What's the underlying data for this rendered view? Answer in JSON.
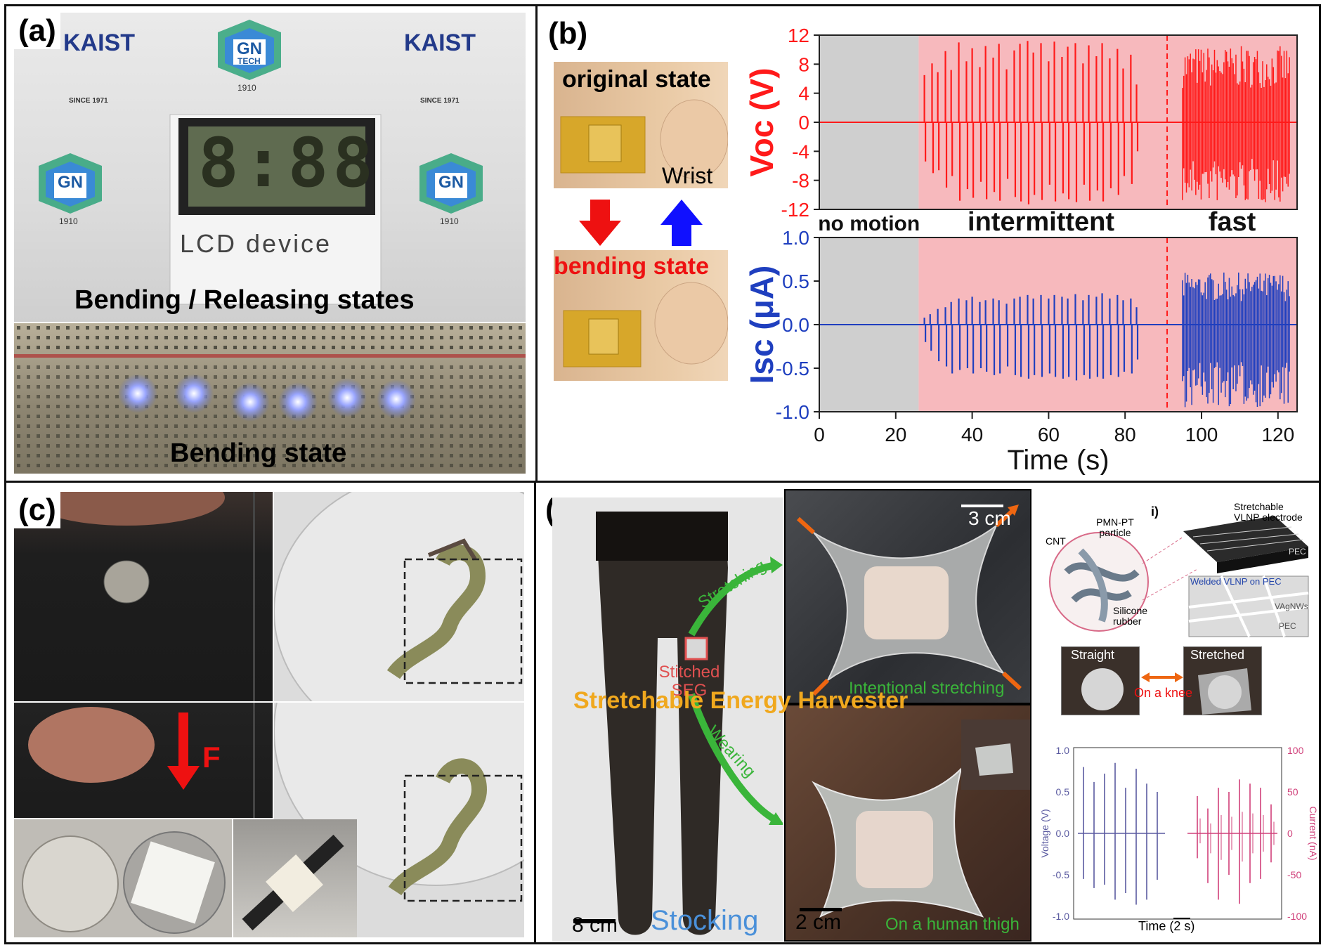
{
  "panel_a": {
    "label": "(a)",
    "logos": [
      "KAIST",
      "GN",
      "TECH",
      "1910",
      "SINCE 1971"
    ],
    "display_text": "8:88",
    "caption_lcd": "LCD device",
    "caption_main": "Bending / Releasing states",
    "caption_bottom": "Bending state"
  },
  "panel_b": {
    "label": "(b)",
    "original_state": "original state",
    "wrist": "Wrist",
    "bending_state": "bending state",
    "regions": [
      "no motion",
      "intermittent",
      "fast"
    ],
    "colors": {
      "voc": "#ff1a1a",
      "isc": "#1f3fbf",
      "region_motion": "#f7b9bd",
      "region_none": "#cfcfcf",
      "up_arrow": "#1010ff",
      "down_arrow": "#ee1111"
    }
  },
  "panel_c": {
    "label": "(c)",
    "force_label": "F"
  },
  "panel_d": {
    "label": "(d)",
    "title": "Stretchable Energy Harvester",
    "stocking": "Stocking",
    "stitched": "Stitched SEG",
    "stretching": "Stretching",
    "wearing": "Wearing",
    "intentional": "Intentional stretching",
    "thigh": "On a human thigh",
    "scale_8": "8 cm",
    "scale_2": "2 cm",
    "scale_3": "3 cm",
    "schematic": {
      "roman": "i)",
      "cnt": "CNT",
      "pmn": "PMN-PT particle",
      "silicone": "Silicone rubber",
      "vlnp": "Stretchable VLNP electrode",
      "pec": "PEC",
      "welded": "Welded VLNP on PEC",
      "vagnws": "VAgNWs",
      "pec2": "PEC"
    },
    "inset": {
      "straight": "Straight",
      "stretched": "Stretched",
      "knee": "On a knee",
      "voltage_axis": "Voltage (V)",
      "current_axis": "Current (nA)",
      "time_axis": "Time (",
      "time_scale": "2 s",
      "time_close": ")"
    }
  },
  "chart_data": [
    {
      "type": "line",
      "ylabel": "Voc (V)",
      "xlabel": "",
      "xlim": [
        0,
        125
      ],
      "ylim": [
        -12,
        12
      ],
      "yticks": [
        "12",
        "8",
        "4",
        "0",
        "-4",
        "-8",
        "-12"
      ],
      "regions": [
        {
          "name": "no motion",
          "from": 0,
          "to": 26
        },
        {
          "name": "intermittent",
          "from": 26,
          "to": 91
        },
        {
          "name": "fast",
          "from": 91,
          "to": 125
        }
      ],
      "series": [
        {
          "peaks_x": [
            27.5,
            29.5,
            31,
            33,
            34.5,
            36.5,
            38.5,
            40,
            42,
            43.5,
            45.5,
            47,
            49,
            51,
            52.5,
            54.5,
            56,
            58,
            60,
            61.5,
            63.5,
            65,
            67,
            69,
            70.5,
            72.5,
            74,
            76,
            78,
            79.5,
            81.5,
            83
          ],
          "peaks_pos": [
            6.5,
            8.1,
            6.9,
            9.8,
            7.2,
            11.0,
            8.4,
            10.2,
            7.6,
            10.5,
            8.9,
            10.8,
            7.3,
            9.9,
            10.8,
            11.2,
            9.6,
            10.9,
            8.4,
            11.1,
            9.0,
            10.4,
            10.9,
            8.1,
            10.6,
            9.1,
            10.9,
            8.8,
            10.1,
            7.4,
            9.3,
            5.2
          ],
          "peaks_neg": [
            -5.4,
            -7.0,
            -6.6,
            -9.0,
            -7.4,
            -10.8,
            -9.2,
            -10.4,
            -8.2,
            -10.6,
            -9.6,
            -10.8,
            -7.8,
            -10.3,
            -10.9,
            -11.3,
            -10.0,
            -10.7,
            -8.6,
            -10.9,
            -9.8,
            -10.6,
            -11.0,
            -8.6,
            -10.8,
            -9.4,
            -10.9,
            -9.1,
            -10.0,
            -7.4,
            -8.5,
            -4.0
          ],
          "fast": {
            "from": 95,
            "to": 123,
            "amp_pos": 10.5,
            "amp_neg": -11.2
          }
        }
      ]
    },
    {
      "type": "line",
      "ylabel": "Isc (μA)",
      "xlabel": "Time (s)",
      "xlim": [
        0,
        125
      ],
      "xticks": [
        "0",
        "20",
        "40",
        "60",
        "80",
        "100",
        "120"
      ],
      "ylim": [
        -1.0,
        1.0
      ],
      "yticks": [
        "1.0",
        "0.5",
        "0.0",
        "-0.5",
        "-1.0"
      ],
      "series": [
        {
          "peaks_x": [
            27.5,
            29,
            31,
            33,
            34.5,
            36.5,
            38.5,
            40,
            42,
            43.5,
            45.5,
            47,
            49,
            51,
            52.5,
            54.5,
            56,
            58,
            60,
            61.5,
            63.5,
            65,
            67,
            69,
            70.5,
            72.5,
            74,
            76,
            78,
            79.5,
            81.5,
            83
          ],
          "peaks_pos": [
            0.08,
            0.12,
            0.18,
            0.2,
            0.26,
            0.3,
            0.28,
            0.32,
            0.26,
            0.28,
            0.3,
            0.28,
            0.24,
            0.3,
            0.32,
            0.34,
            0.3,
            0.34,
            0.3,
            0.34,
            0.32,
            0.3,
            0.35,
            0.28,
            0.34,
            0.32,
            0.36,
            0.3,
            0.34,
            0.28,
            0.3,
            0.2
          ],
          "peaks_neg": [
            -0.2,
            -0.3,
            -0.42,
            -0.48,
            -0.56,
            -0.52,
            -0.5,
            -0.56,
            -0.5,
            -0.54,
            -0.58,
            -0.56,
            -0.48,
            -0.58,
            -0.6,
            -0.62,
            -0.58,
            -0.6,
            -0.56,
            -0.6,
            -0.62,
            -0.6,
            -0.64,
            -0.58,
            -0.62,
            -0.6,
            -0.62,
            -0.58,
            -0.6,
            -0.54,
            -0.56,
            -0.4
          ],
          "fast": {
            "from": 95,
            "to": 123,
            "amp_pos": 0.6,
            "amp_neg": -0.95
          }
        }
      ]
    },
    {
      "type": "line",
      "ylabel": "Voltage (V)",
      "yticks": [
        "1.0",
        "0.5",
        "0.0",
        "-0.5",
        "-1.0"
      ],
      "ylim": [
        -1.0,
        1.0
      ],
      "series": [
        {
          "peaks_pos": [
            0.8,
            0.62,
            0.72,
            0.85,
            0.55,
            0.78,
            0.6,
            0.5
          ],
          "peaks_neg": [
            -0.55,
            -0.66,
            -0.62,
            -0.8,
            -0.72,
            -0.86,
            -0.8,
            -0.56
          ]
        }
      ]
    },
    {
      "type": "line",
      "ylabel": "Current (nA)",
      "yticks": [
        "100",
        "50",
        "0",
        "-50",
        "-100"
      ],
      "ylim": [
        -100,
        100
      ],
      "series": [
        {
          "peaks_pos": [
            45,
            30,
            55,
            50,
            65,
            60,
            55,
            35
          ],
          "peaks_neg": [
            -30,
            -60,
            -80,
            -50,
            -85,
            -60,
            -55,
            -35
          ]
        }
      ]
    }
  ]
}
